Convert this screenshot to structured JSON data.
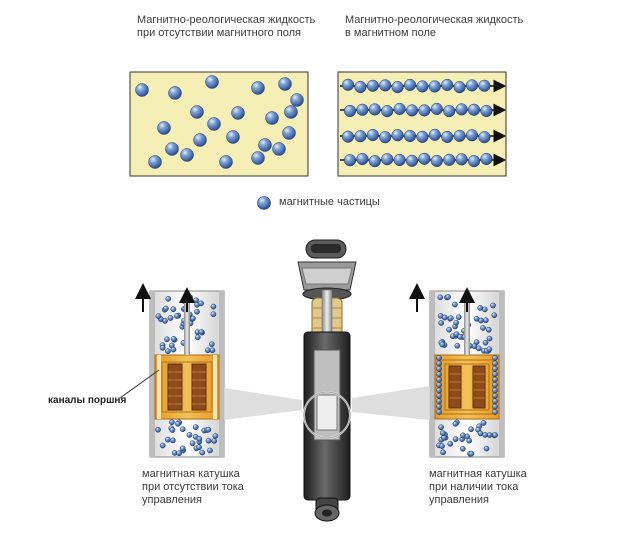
{
  "labels": {
    "no_field": "Магнитно-реологическая жидкость\nпри отсутствии магнитного поля",
    "with_field": "Магнитно-реологическая жидкость\nв магнитном поле",
    "particles": "магнитные частицы",
    "piston_channels": "каналы поршня",
    "coil_off": "магнитная катушка\nпри отсутствии тока\nуправления",
    "coil_on": "магнитная катушка\nпри наличии тока\nуправления"
  },
  "colors": {
    "fluid_bg": "#f5efb5",
    "particle": "#4f7fc0",
    "coil": "#e8a53a",
    "shock_body": "#3a3a3a"
  }
}
